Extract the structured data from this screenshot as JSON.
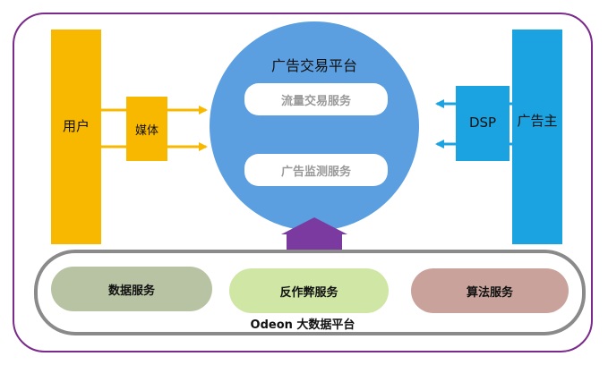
{
  "platform_title": "广告交易平台",
  "platform_services": [
    "流量交易服务",
    "广告监测服务"
  ],
  "left_nodes": {
    "user": "用户",
    "media": "媒体"
  },
  "right_nodes": {
    "dsp": "DSP",
    "advertiser": "广告主"
  },
  "bigdata": {
    "title": "Odeon 大数据平台",
    "services": [
      {
        "label": "数据服务",
        "color": "#b8c3a4"
      },
      {
        "label": "反作弊服务",
        "color": "#cfe6a4"
      },
      {
        "label": "算法服务",
        "color": "#c9a39b"
      }
    ]
  },
  "colors": {
    "frame": "#7a2a8a",
    "yellow": "#f9b800",
    "blue": "#1aa3e0",
    "circle": "#5b9fe0",
    "up_arrow": "#7b3aa0"
  }
}
